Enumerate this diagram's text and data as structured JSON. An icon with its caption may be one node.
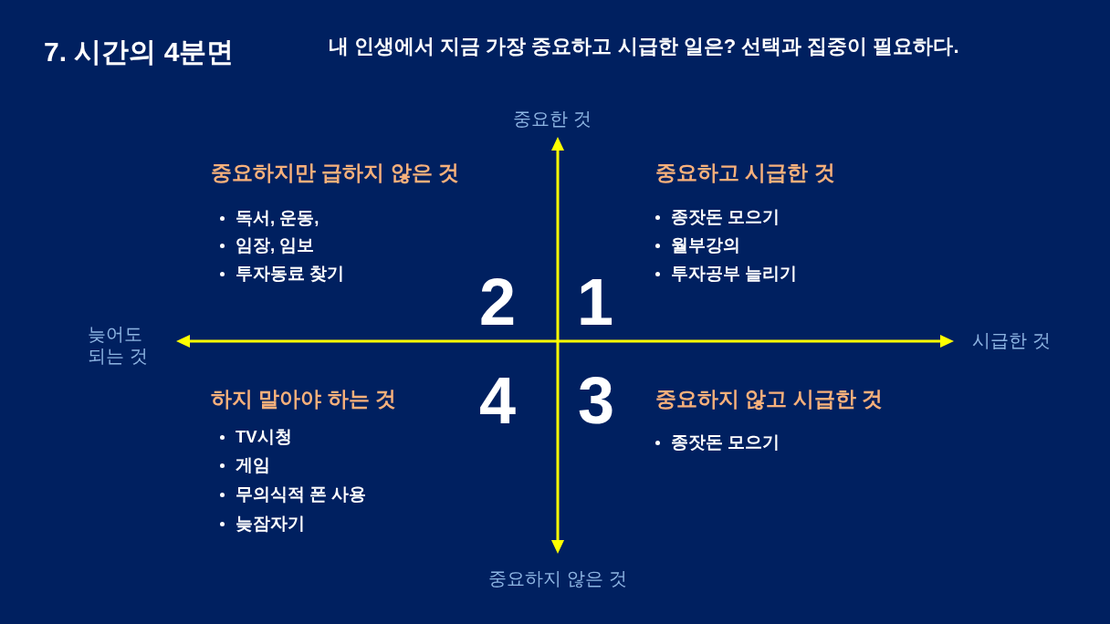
{
  "diagram": {
    "title": "7. 시간의 4분면",
    "labels": [
      "내 인생에서 지금 가장 중요하고 시급한 일은? 선택과 집중이 필요하다.",
      "중요한 것",
      "중요하지만 급하지 않은 것",
      "독서, 운동,",
      "임장, 임보",
      "투자동료 찾기",
      "중요하고 시급한 것",
      "종잣돈 모으기",
      "월부강의",
      "투자공부 늘리기",
      "2",
      "1",
      "늦어도 되는 것",
      "시급한 것",
      "4",
      "3",
      "하지 말아야 하는 것",
      "TV시청",
      "게임",
      "무의식적 폰 사용",
      "늦잠자기",
      "중요하지 않고 시급한 것",
      "종잣돈 모으기",
      "중요하지 않은 것"
    ]
  }
}
